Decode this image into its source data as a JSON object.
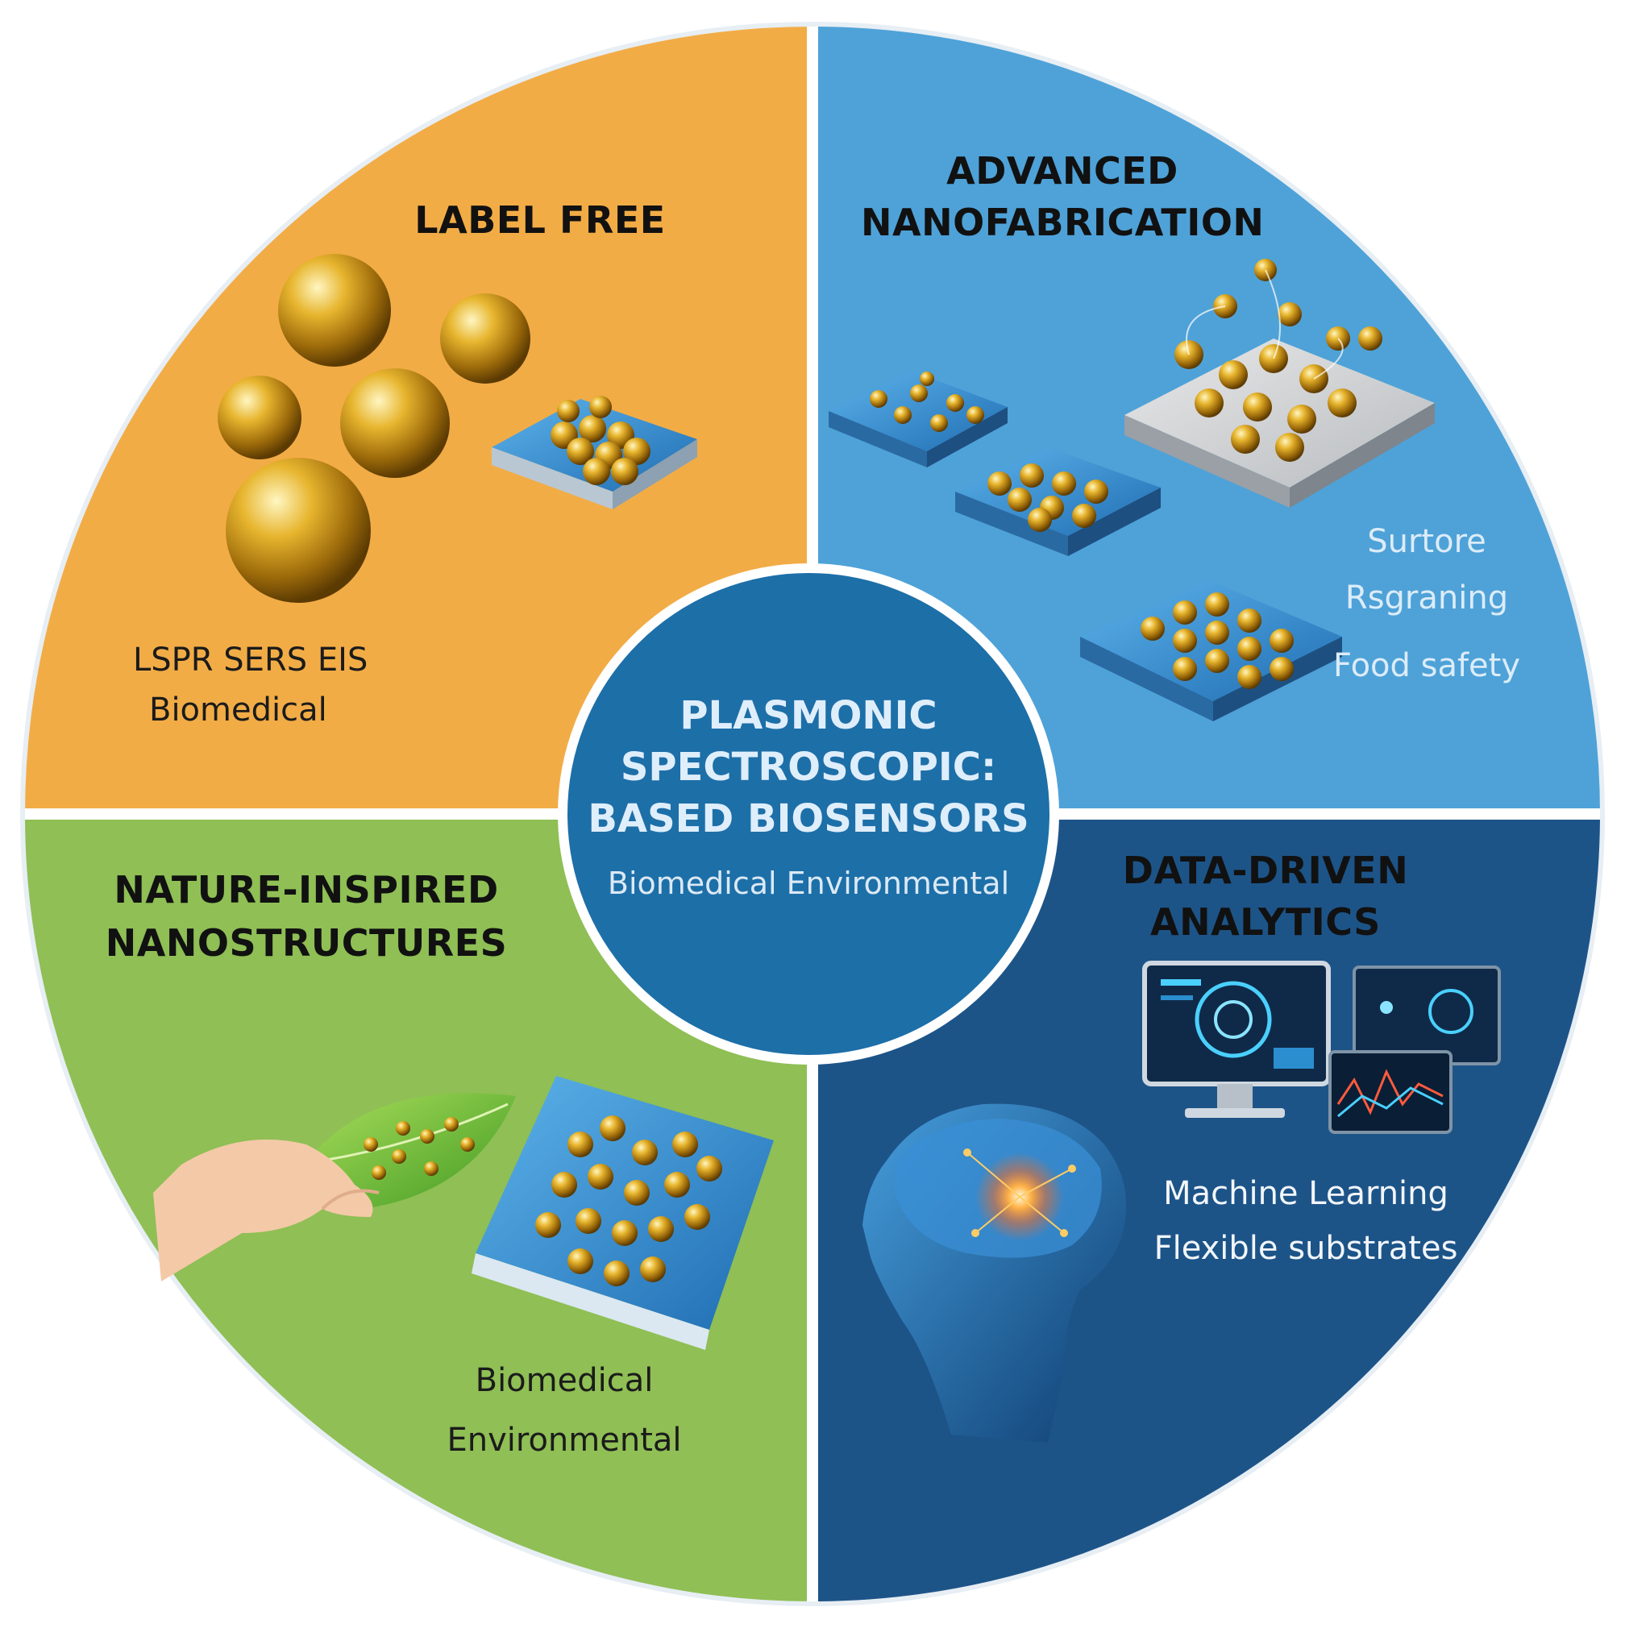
{
  "center": {
    "title_lines": [
      "PLASMONIC",
      "SPECTROSCOPIC:",
      "BASED BIOSENSORS"
    ],
    "subtitle": "Biomedical Environmental"
  },
  "quadrants": {
    "label_free": {
      "title": "LABEL FREE",
      "lines": [
        "LSPR SERS EIS",
        "Biomedical"
      ],
      "color": "#f2ac46"
    },
    "advanced_nanofabrication": {
      "title_lines": [
        "ADVANCED",
        "NANOFABRICATION"
      ],
      "lines": [
        "Surtore",
        "Rsgraning",
        "Food safety"
      ],
      "color": "#4ea2d8"
    },
    "nature_inspired": {
      "title_lines": [
        "NATURE-INSPIRED",
        "NANOSTRUCTURES"
      ],
      "lines": [
        "Biomedical",
        "Environmental"
      ],
      "color": "#8fbf55"
    },
    "data_driven": {
      "title_lines": [
        "DATA-DRIVEN",
        "ANALYTICS"
      ],
      "lines": [
        "Machine Learning",
        "Flexible substrates"
      ],
      "color": "#1d5488"
    }
  },
  "center_color": "#1d6fa8",
  "icons": {
    "label_free_art": "gold-nanoparticles-icon",
    "nanofab_art": "nanoparticle-array-substrates-icon",
    "nature_art": "leaf-with-nanoparticles-icon",
    "data_art": "brain-and-monitors-icon"
  }
}
